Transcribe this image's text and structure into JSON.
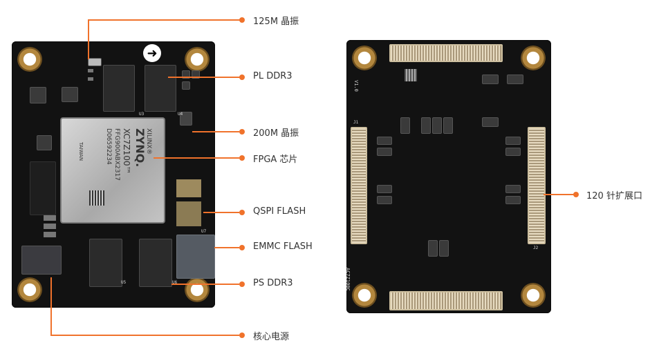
{
  "labels": {
    "osc_125m": "125M 晶振",
    "pl_ddr3": "PL DDR3",
    "osc_200m": "200M 晶振",
    "fpga_chip": "FPGA 芯片",
    "qspi_flash": "QSPI FLASH",
    "emmc_flash": "EMMC FLASH",
    "ps_ddr3": "PS DDR3",
    "core_power": "核心电源",
    "expansion_port": "120 针扩展口"
  },
  "chip_markings": {
    "fpga_brand": "XILINX®",
    "fpga_family": "ZYNQ.",
    "fpga_part": "XC7Z100™",
    "fpga_package": "FFG900ABX2317",
    "fpga_lot": "D06592234",
    "fpga_origin": "TAIWAN"
  },
  "silkscreen": {
    "board_name": "AC7Z100C",
    "version": "V1.0",
    "j1": "J1",
    "j2": "J2",
    "u3": "U3",
    "u4": "U4",
    "u5": "U5",
    "u6": "U6",
    "u7": "U7"
  },
  "colors": {
    "accent": "#f0722b",
    "pcb": "#121212",
    "gold": "#b3873e"
  },
  "icons": {
    "orientation_arrow": "➜"
  }
}
